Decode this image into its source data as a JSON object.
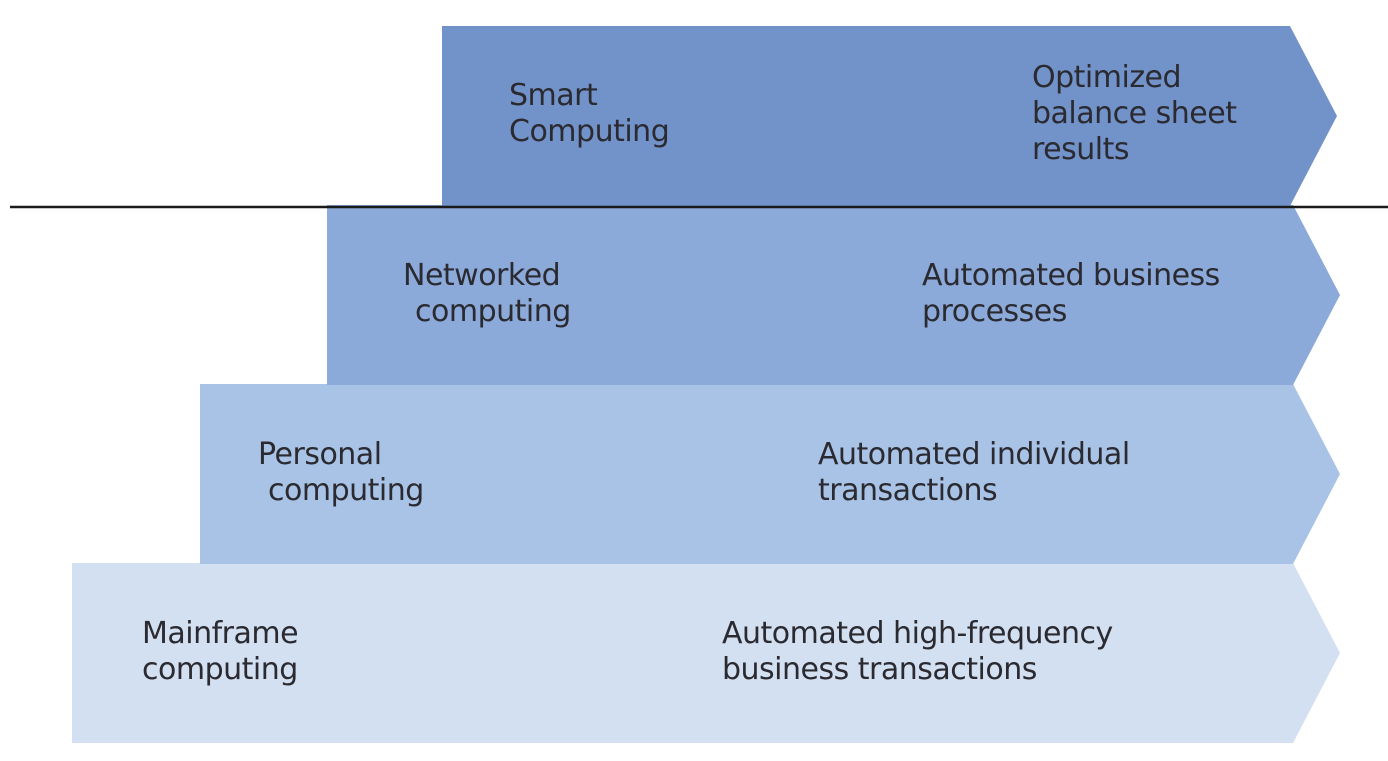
{
  "stages": [
    {
      "id": "mainframe",
      "name_lines": [
        "Mainframe",
        "computing"
      ],
      "outcome_lines": [
        "Automated high-frequency",
        "business transactions"
      ],
      "color": "#d3e0f1"
    },
    {
      "id": "personal",
      "name_lines": [
        "Personal",
        "computing"
      ],
      "outcome_lines": [
        "Automated individual",
        "transactions"
      ],
      "color": "#a8c3e6"
    },
    {
      "id": "networked",
      "name_lines": [
        "Networked",
        "computing"
      ],
      "outcome_lines": [
        "Automated business",
        "processes"
      ],
      "color": "#8ba9d9"
    },
    {
      "id": "smart",
      "name_lines": [
        "Smart",
        "Computing"
      ],
      "outcome_lines": [
        "Optimized",
        "balance sheet",
        "results"
      ],
      "color": "#7293c9"
    }
  ],
  "divider_color": "#1a1a1a",
  "text_color": "#2a2a30"
}
